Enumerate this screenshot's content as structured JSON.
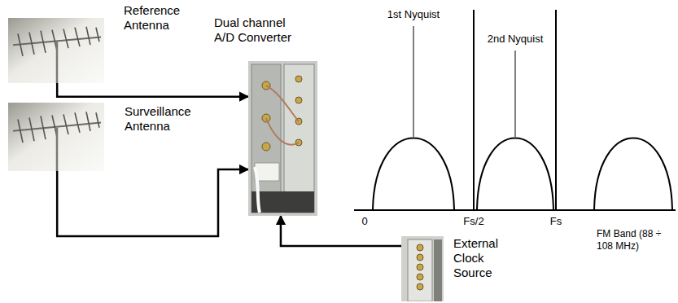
{
  "diagram": {
    "nodes": [
      {
        "text": [
          "Reference Antenna"
        ]
      },
      {
        "text": [
          "Surveillance Antenna"
        ]
      },
      {
        "text": [
          "Dual channel A/D Converter"
        ]
      },
      {
        "text": [
          "External Clock Source"
        ]
      }
    ],
    "edges": [
      {
        "from": 0,
        "to": 2,
        "arrow": "to"
      },
      {
        "from": 1,
        "to": 2,
        "arrow": "to"
      },
      {
        "from": 3,
        "to": 2,
        "arrow": "to"
      }
    ],
    "labels": [
      "1st Nyquist",
      "2nd Nyquist",
      "0",
      "Fs/2",
      "Fs",
      "FM Band (88 ÷ 108 MHz)"
    ]
  }
}
